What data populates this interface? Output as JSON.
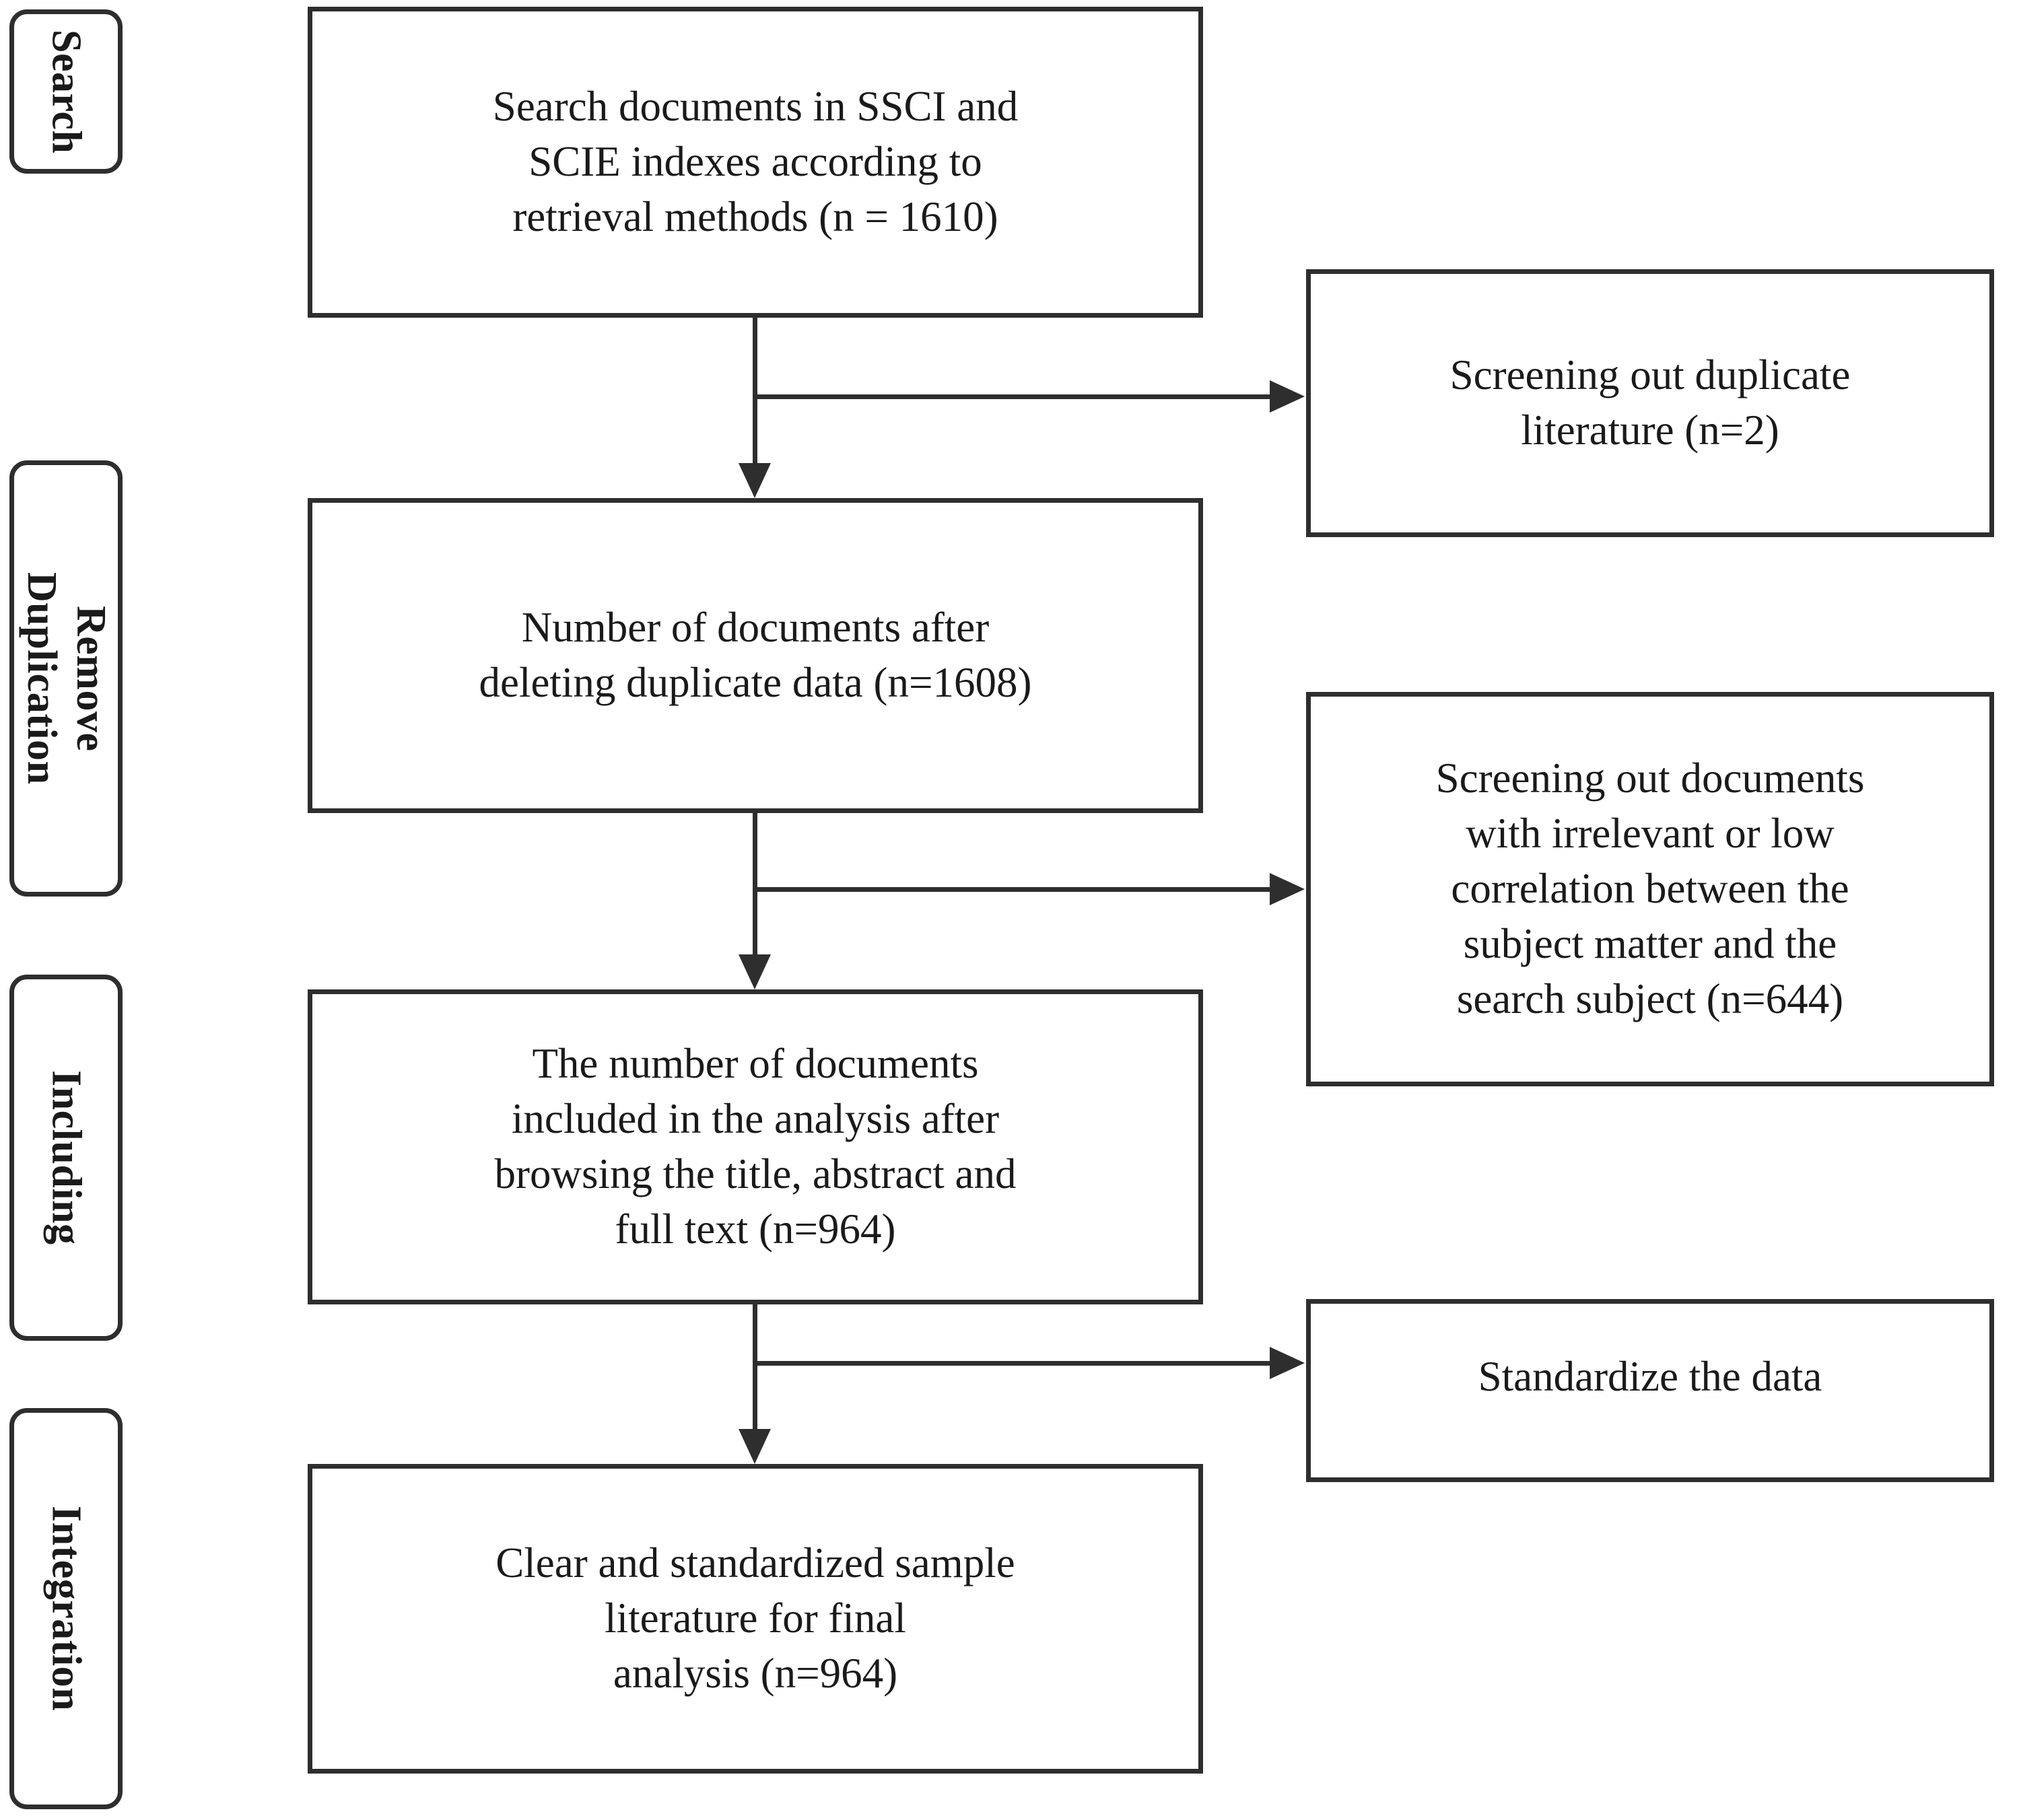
{
  "diagram": {
    "type": "flowchart",
    "orientation": "top-to-bottom",
    "accent_color": "#2e2e2e",
    "background_color": "#ffffff"
  },
  "stages": [
    {
      "label": "Search"
    },
    {
      "label": "Remove\nDuplication"
    },
    {
      "label": "Including"
    },
    {
      "label": "Integration"
    }
  ],
  "main_boxes": [
    {
      "text": "Search documents in SSCI and\nSCIE indexes according to\nretrieval methods  (n = 1610)",
      "count": "1610"
    },
    {
      "text": "Number of documents after\ndeleting duplicate data (n=1608)",
      "count": "1608"
    },
    {
      "text": "The number of documents\nincluded in the analysis after\nbrowsing the title, abstract and\nfull text (n=964)",
      "count": "964"
    },
    {
      "text": "Clear and standardized sample\nliterature for final\nanalysis (n=964)",
      "count": "964"
    }
  ],
  "side_boxes": [
    {
      "text": "Screening out duplicate\nliterature (n=2)",
      "count": "2"
    },
    {
      "text": "Screening out documents\nwith irrelevant or low\ncorrelation between the\nsubject matter and the\nsearch subject (n=644)",
      "count": "644"
    },
    {
      "text": "Standardize the data",
      "count": ""
    }
  ]
}
